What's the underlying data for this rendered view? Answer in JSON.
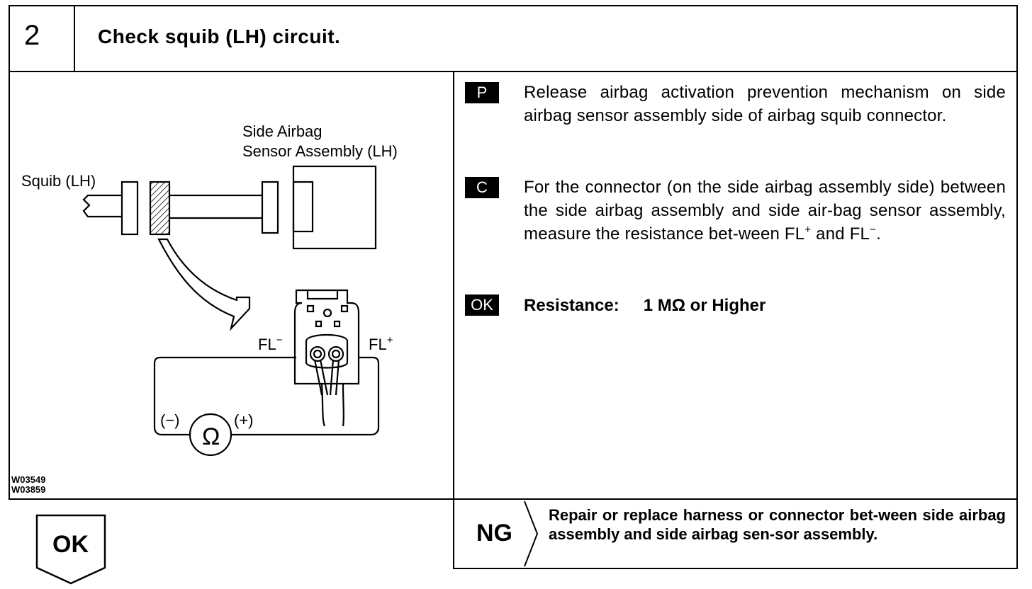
{
  "step": {
    "number": "2",
    "title": "Check squib (LH) circuit."
  },
  "diagram": {
    "label_sensor_line1": "Side Airbag",
    "label_sensor_line2": "Sensor Assembly (LH)",
    "label_squib": "Squib (LH)",
    "label_fl_minus": "FL",
    "label_fl_minus_sup": "−",
    "label_fl_plus": "FL",
    "label_fl_plus_sup": "+",
    "label_meter_minus": "(−)",
    "label_meter_plus": "(+)",
    "label_ohm": "Ω",
    "code_1": "W03549",
    "code_2": "W03859"
  },
  "instructions": [
    {
      "badge": "P",
      "text": "Release airbag activation prevention mechanism on side airbag sensor assembly side of airbag squib connector."
    },
    {
      "badge": "C",
      "text_a": "For the connector (on the side airbag assembly side) between the side airbag assembly and side air-bag sensor assembly, measure the resistance bet-ween FL",
      "sup_a": "+",
      "text_b": " and FL",
      "sup_b": "−",
      "text_c": "."
    },
    {
      "badge": "OK",
      "label": "Resistance:",
      "value": "1 MΩ or Higher"
    }
  ],
  "outcomes": {
    "ok_label": "OK",
    "ng_label": "NG",
    "ng_text": "Repair or replace harness or connector bet-ween side airbag assembly and side airbag sen-sor assembly."
  }
}
